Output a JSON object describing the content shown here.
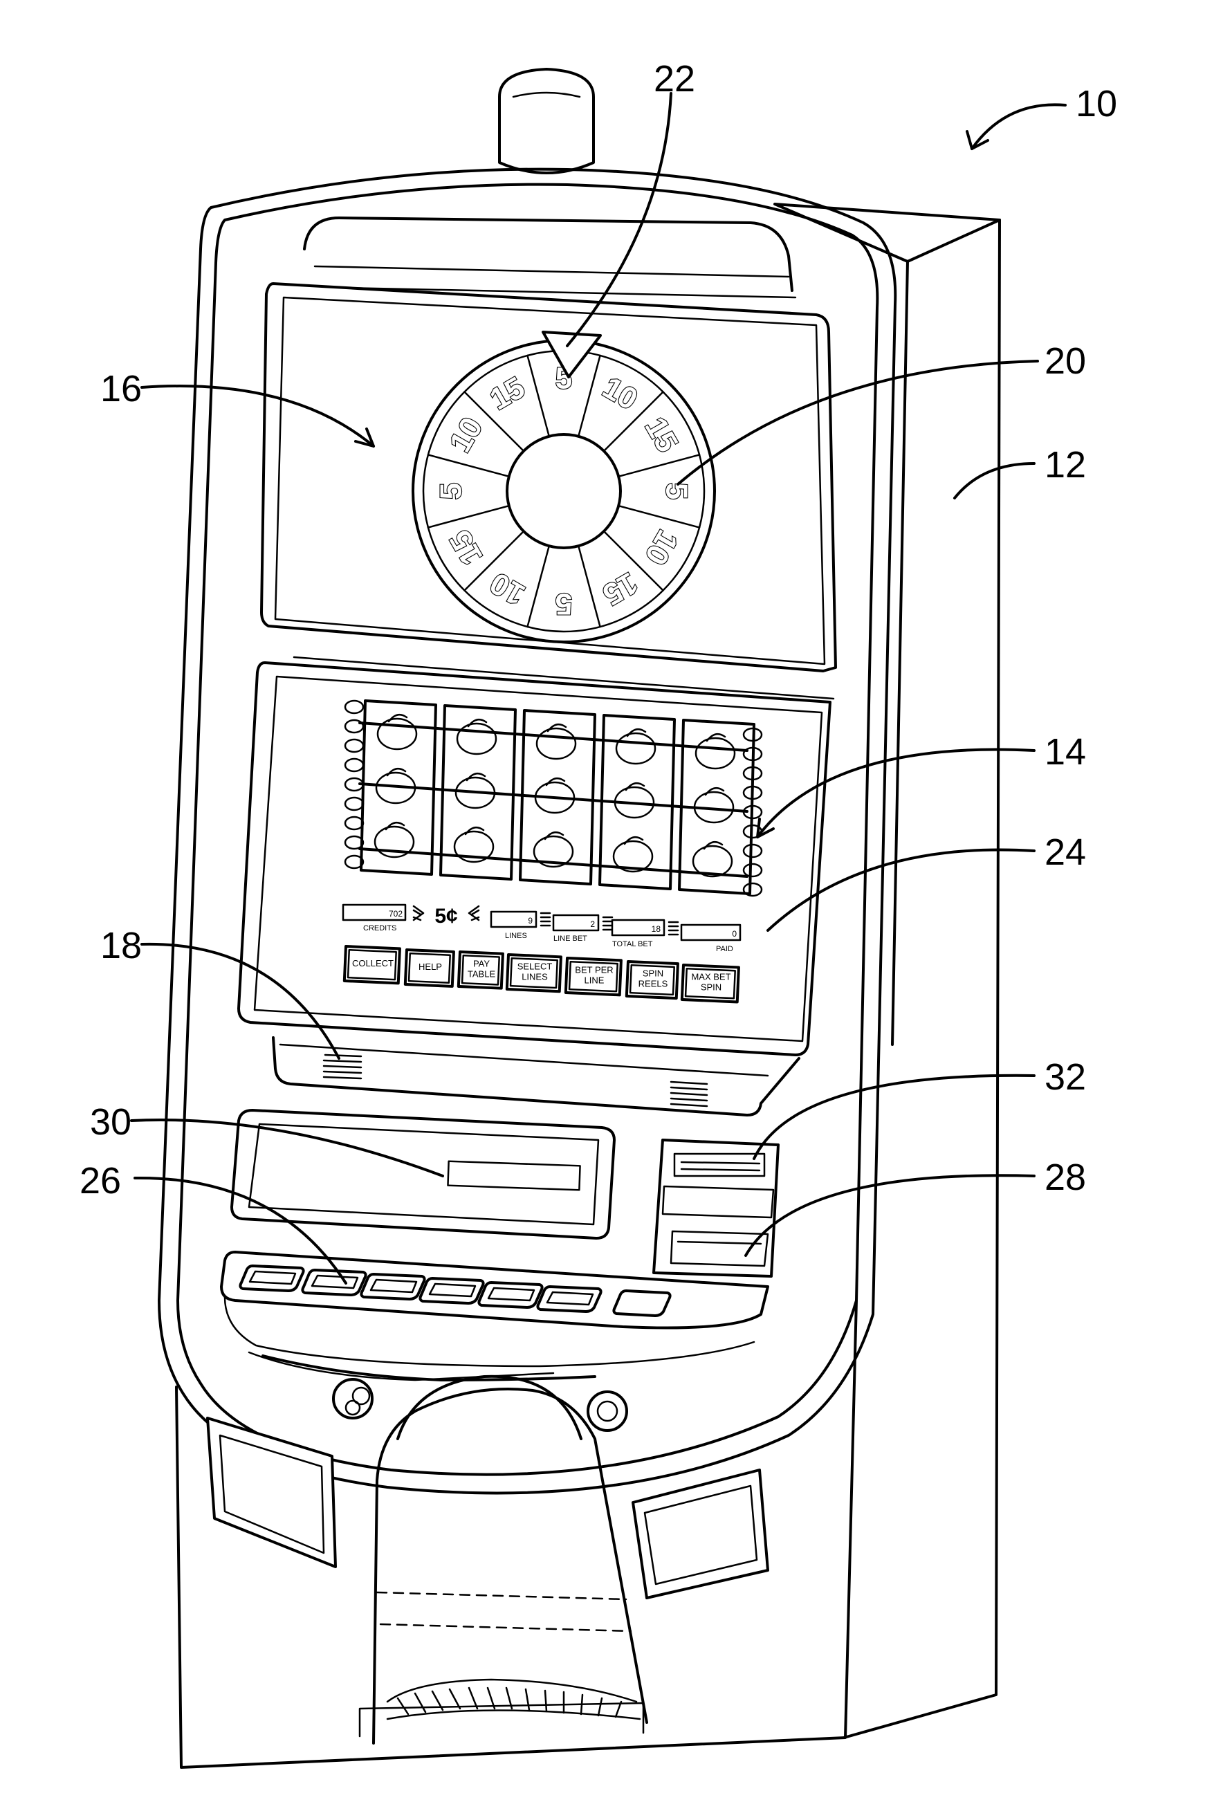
{
  "reference_numerals": {
    "machine": "10",
    "cabinet": "12",
    "primary_display": "14",
    "secondary_display": "16",
    "speakers": "18",
    "bonus_wheel": "20",
    "wheel_pointer": "22",
    "game_interface": "24",
    "button_panel": "26",
    "bill_acceptor": "28",
    "player_tracking": "30",
    "card_reader": "32"
  },
  "wheel": {
    "segments": [
      "5",
      "10",
      "15",
      "5",
      "10",
      "15",
      "5",
      "10",
      "15",
      "5",
      "10",
      "15"
    ]
  },
  "interface": {
    "credits_value": "702",
    "credits_label": "CREDITS",
    "denomination": "5¢",
    "lines_value": "9",
    "lines_label": "LINES",
    "line_bet_value": "2",
    "line_bet_label": "LINE BET",
    "total_bet_value": "18",
    "total_bet_label": "TOTAL BET",
    "paid_value": "0",
    "paid_label": "PAID",
    "buttons": [
      {
        "id": "collect",
        "lines": [
          "COLLECT"
        ]
      },
      {
        "id": "help",
        "lines": [
          "HELP"
        ]
      },
      {
        "id": "pay-table",
        "lines": [
          "PAY",
          "TABLE"
        ]
      },
      {
        "id": "select-lines",
        "lines": [
          "SELECT",
          "LINES"
        ]
      },
      {
        "id": "bet-per-line",
        "lines": [
          "BET PER",
          "LINE"
        ]
      },
      {
        "id": "spin-reels",
        "lines": [
          "SPIN",
          "REELS"
        ]
      },
      {
        "id": "max-bet-spin",
        "lines": [
          "MAX BET",
          "SPIN"
        ]
      }
    ]
  }
}
